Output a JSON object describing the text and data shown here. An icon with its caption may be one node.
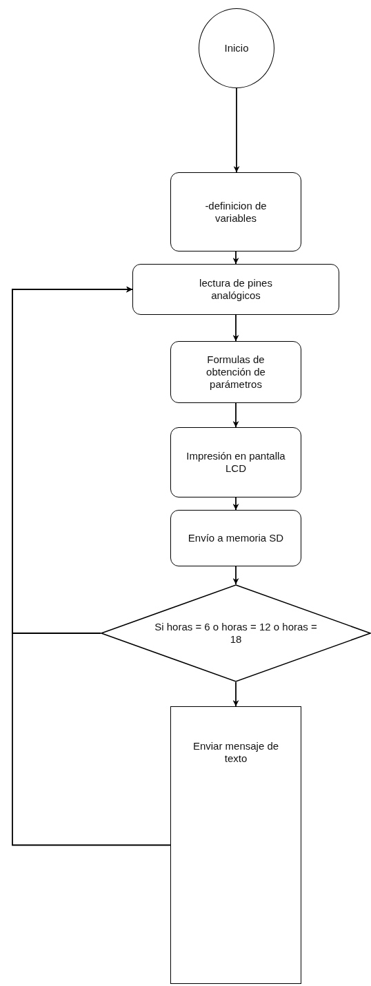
{
  "diagram": {
    "nodes": [
      {
        "text": [
          "Inicio"
        ]
      },
      {
        "text": [
          "-definicion de variables"
        ]
      },
      {
        "text": [
          "lectura de pines analógicos"
        ]
      },
      {
        "text": [
          "Formulas de obtención de parámetros"
        ]
      },
      {
        "text": [
          "Impresión en pantalla LCD"
        ]
      },
      {
        "text": [
          "Envío a memoria SD"
        ]
      },
      {
        "text": [
          "Si horas = 6 o horas = 12 o horas = 18"
        ]
      },
      {
        "text": [
          "Enviar mensaje de texto"
        ]
      }
    ],
    "edges": [
      {
        "from": 0,
        "to": 1,
        "arrow": "to"
      },
      {
        "from": 1,
        "to": 2,
        "arrow": "to"
      },
      {
        "from": 2,
        "to": 3,
        "arrow": "to"
      },
      {
        "from": 3,
        "to": 4,
        "arrow": "to"
      },
      {
        "from": 4,
        "to": 5,
        "arrow": "to"
      },
      {
        "from": 5,
        "to": 6,
        "arrow": "to"
      },
      {
        "from": 6,
        "to": 7,
        "arrow": "to"
      },
      {
        "from": 6,
        "to": 2,
        "arrow": "to"
      },
      {
        "from": 7,
        "to": 2,
        "arrow": "to"
      }
    ]
  }
}
